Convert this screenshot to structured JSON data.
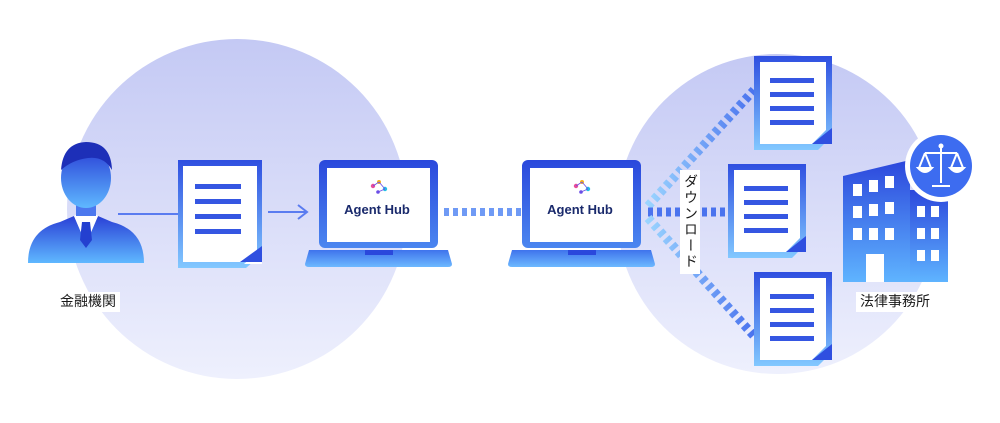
{
  "labels": {
    "left_actor": "金融機関",
    "right_actor": "法律事務所",
    "download": "ダウンロード",
    "brand_left": "Agent Hub",
    "brand_right": "Agent Hub"
  },
  "colors": {
    "circle": "#c7ccf3",
    "person_dark": "#2a46d8",
    "person_light": "#5cb5ff",
    "doc_dark": "#2d4fe0",
    "doc_light": "#7fc4ff",
    "laptop_frame": "#2d4fe0",
    "connector": "#4d78f0",
    "building": "#3560e8",
    "scale": "#3d6cf0"
  },
  "icons": [
    "person-icon",
    "document-icon",
    "laptop-icon",
    "building-icon",
    "scale-icon",
    "arrow-icon",
    "agenthub-logo-icon"
  ]
}
